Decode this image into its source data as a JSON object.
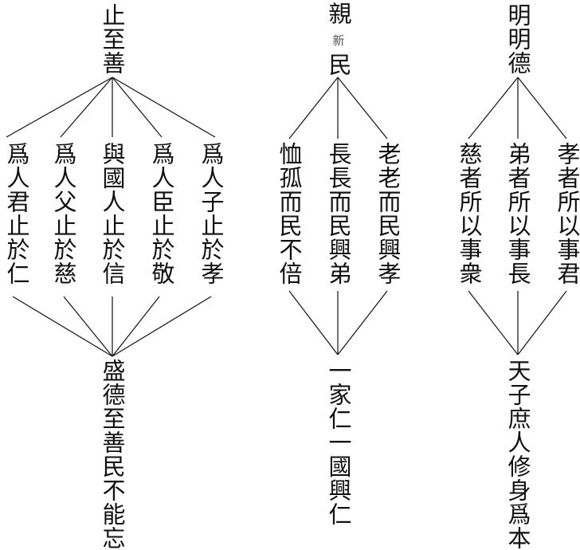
{
  "groups": [
    {
      "title": "止至善",
      "branches": [
        "爲人君止於仁",
        "爲人父止於慈",
        "與國人止於信",
        "爲人臣止於敬",
        "爲人子止於孝"
      ],
      "result": "盛德至善民不能忘"
    },
    {
      "title_top": "親",
      "title_annotation": "新",
      "title_bottom": "民",
      "branches": [
        "恤孤而民不倍",
        "長長而民興弟",
        "老老而民興孝"
      ],
      "result": "一家仁一國興仁"
    },
    {
      "title": "明明德",
      "branches": [
        "慈者所以事衆",
        "弟者所以事長",
        "孝者所以事君"
      ],
      "result": "天子庶人修身爲本"
    }
  ]
}
